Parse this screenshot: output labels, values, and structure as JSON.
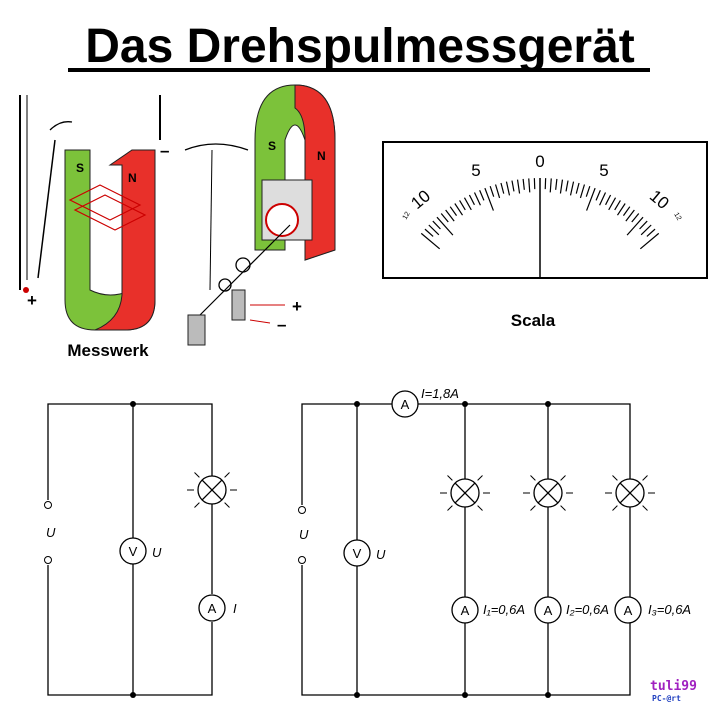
{
  "title": "Das Drehspulmessgerät",
  "illustration": {
    "caption": "Messwerk",
    "magnet_south": "S",
    "magnet_north": "N",
    "plus": "+",
    "minus": "–",
    "colors": {
      "south": "#7cc23a",
      "north": "#e8302a"
    }
  },
  "scale": {
    "caption": "Scala",
    "labels_left": [
      "10",
      "5"
    ],
    "label_zero": "0",
    "labels_right": [
      "5",
      "10"
    ],
    "end_label": "12",
    "range": [
      -12,
      12
    ]
  },
  "circuit1": {
    "source_label": "U",
    "voltmeter_symbol": "V",
    "voltmeter_label": "U",
    "ammeter_symbol": "A",
    "ammeter_label": "I"
  },
  "circuit2": {
    "source_label": "U",
    "voltmeter_symbol": "V",
    "voltmeter_label": "U",
    "main_ammeter_symbol": "A",
    "main_current": "I=1,8A",
    "branches": [
      {
        "ammeter_symbol": "A",
        "current": "I₁=0,6A"
      },
      {
        "ammeter_symbol": "A",
        "current": "I₂=0,6A"
      },
      {
        "ammeter_symbol": "A",
        "current": "I₃=0,6A"
      }
    ]
  },
  "logo": {
    "line1": "tuli99",
    "line2": "PC-@rt"
  }
}
